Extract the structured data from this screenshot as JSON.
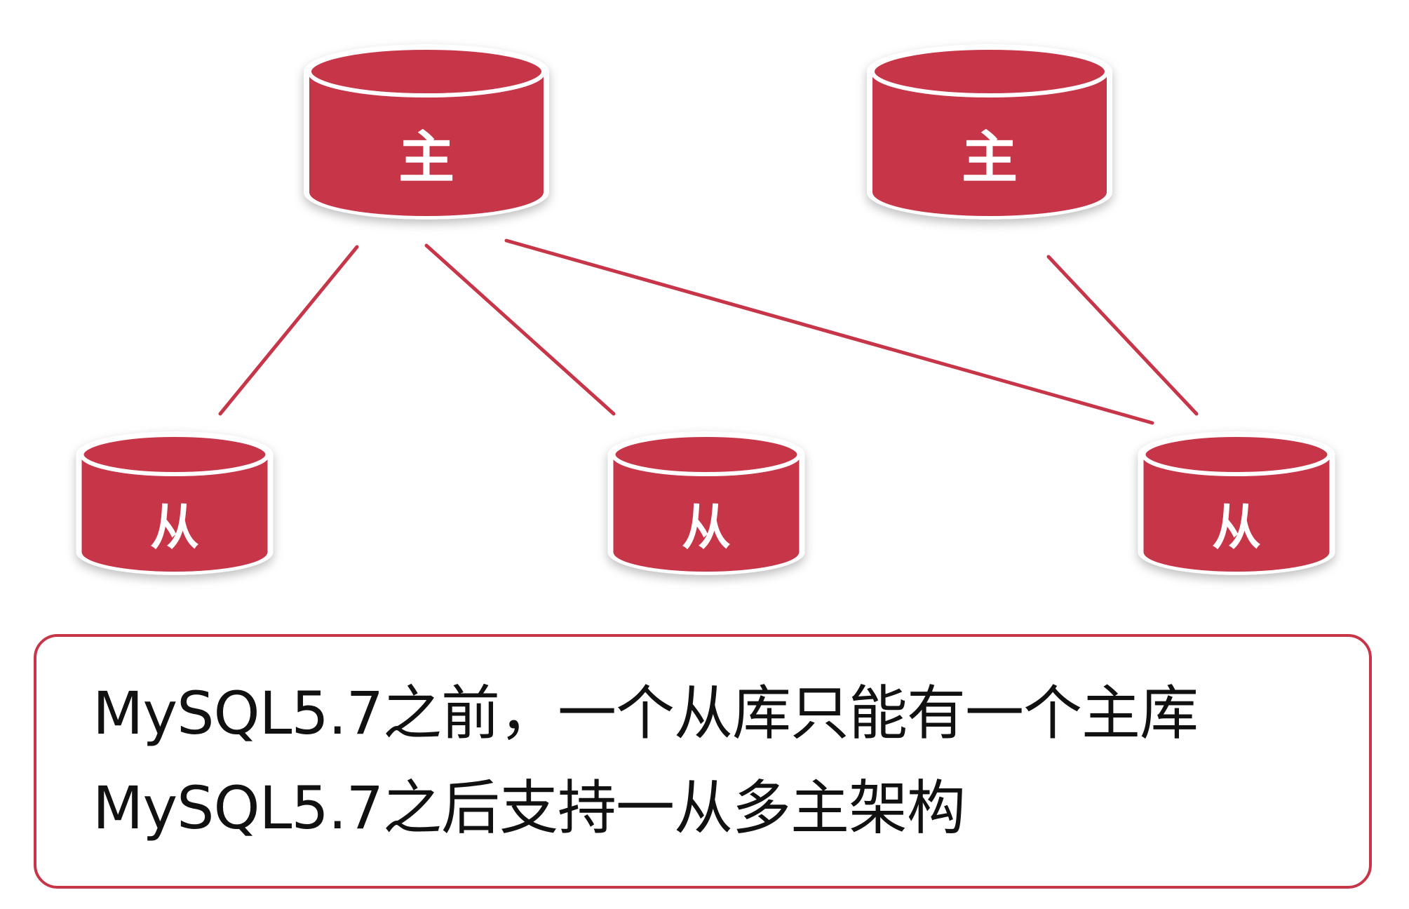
{
  "colors": {
    "node_fill": "#c73549",
    "node_rim": "#ffffff",
    "edge": "#c73549",
    "box_border": "#c73549",
    "text": "#111111"
  },
  "nodes": [
    {
      "id": "master-1",
      "role": "master",
      "label": "主"
    },
    {
      "id": "master-2",
      "role": "master",
      "label": "主"
    },
    {
      "id": "slave-1",
      "role": "slave",
      "label": "从"
    },
    {
      "id": "slave-2",
      "role": "slave",
      "label": "从"
    },
    {
      "id": "slave-3",
      "role": "slave",
      "label": "从"
    }
  ],
  "edges": [
    {
      "from": "master-1",
      "to": "slave-1"
    },
    {
      "from": "master-1",
      "to": "slave-2"
    },
    {
      "from": "master-1",
      "to": "slave-3"
    },
    {
      "from": "master-2",
      "to": "slave-3"
    }
  ],
  "note": {
    "line1": "MySQL5.7之前，一个从库只能有一个主库",
    "line2": "MySQL5.7之后支持一从多主架构"
  }
}
